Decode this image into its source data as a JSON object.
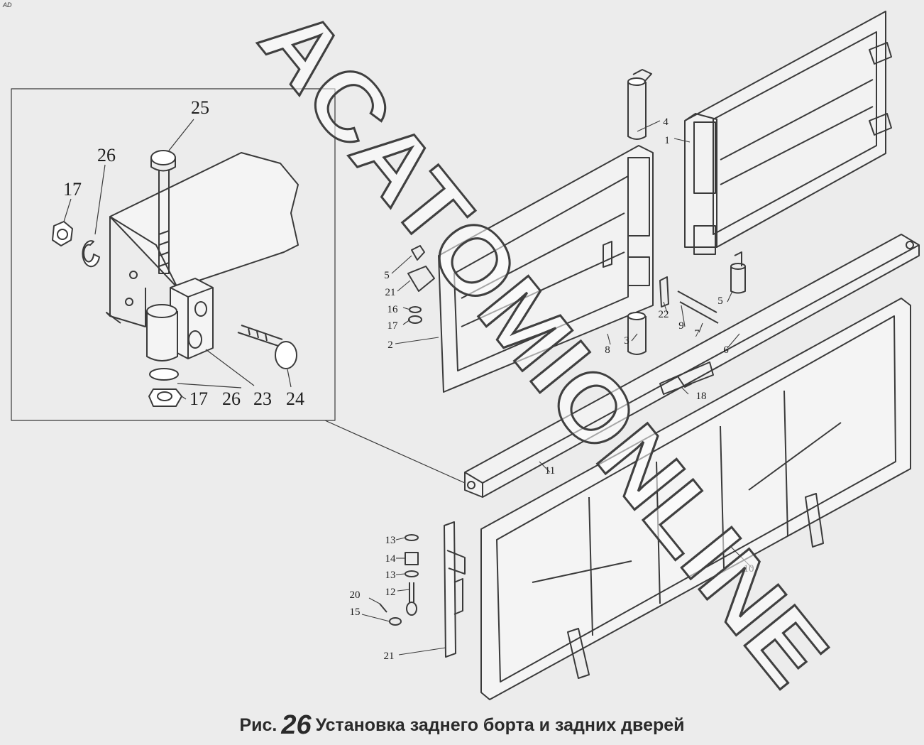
{
  "corner_tag": "AD",
  "caption": {
    "prefix": "Рис.",
    "number": "26",
    "text": "Установка заднего борта и задних дверей"
  },
  "watermark": "ACATOMIONLINE",
  "inset_callouts": [
    "25",
    "26",
    "17",
    "17",
    "26",
    "23",
    "24"
  ],
  "main_callouts": [
    "4",
    "1",
    "5",
    "21",
    "16",
    "17",
    "2",
    "3",
    "8",
    "22",
    "9",
    "7",
    "5",
    "6",
    "18",
    "11",
    "10",
    "13",
    "14",
    "13",
    "12",
    "20",
    "15",
    "21"
  ],
  "colors": {
    "background": "#ececec",
    "line": "#3a3a3a",
    "watermark_fill": "#ffffff",
    "watermark_stroke": "#404040"
  }
}
